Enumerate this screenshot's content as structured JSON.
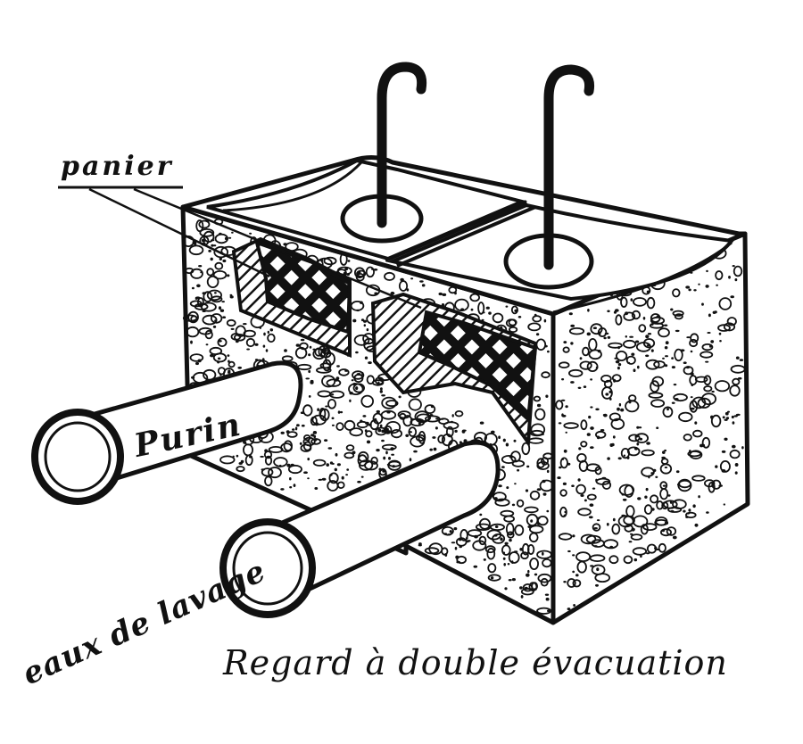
{
  "labels": {
    "basket": "panier",
    "slurry": "Purin",
    "wash_water": "eaux de lavage",
    "caption": "Regard à double évacuation"
  },
  "colors": {
    "ink": "#111111",
    "paper": "#ffffff"
  }
}
